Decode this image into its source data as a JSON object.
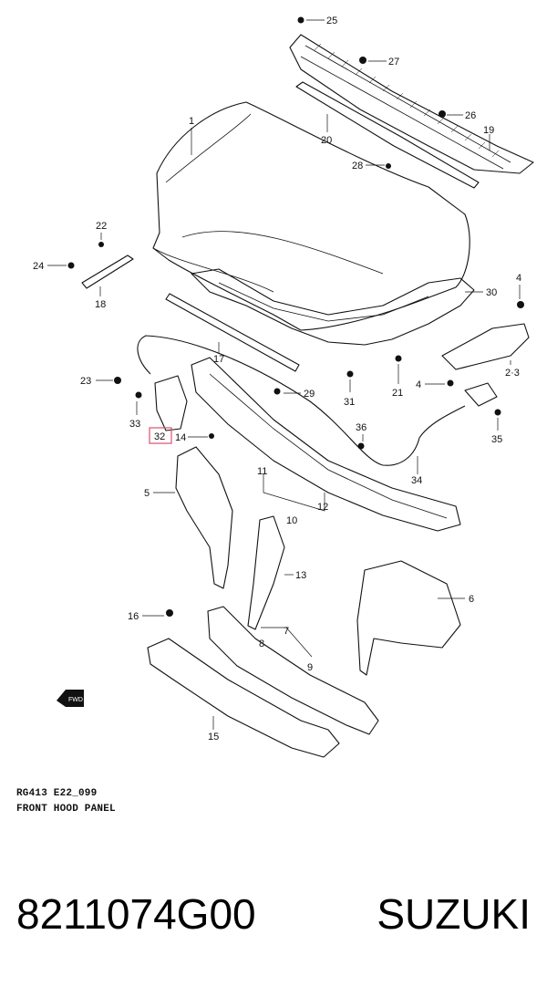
{
  "diagram": {
    "callouts": [
      {
        "id": "c25",
        "text": "25"
      },
      {
        "id": "c27",
        "text": "27"
      },
      {
        "id": "c26",
        "text": "26"
      },
      {
        "id": "c19",
        "text": "19"
      },
      {
        "id": "c20",
        "text": "20"
      },
      {
        "id": "c1",
        "text": "1"
      },
      {
        "id": "c28",
        "text": "28"
      },
      {
        "id": "c22",
        "text": "22"
      },
      {
        "id": "c24",
        "text": "24"
      },
      {
        "id": "c18",
        "text": "18"
      },
      {
        "id": "c30",
        "text": "30"
      },
      {
        "id": "c4a",
        "text": "4"
      },
      {
        "id": "c17",
        "text": "17"
      },
      {
        "id": "c23",
        "text": "23"
      },
      {
        "id": "c29",
        "text": "29"
      },
      {
        "id": "c31",
        "text": "31"
      },
      {
        "id": "c21",
        "text": "21"
      },
      {
        "id": "c4b",
        "text": "4"
      },
      {
        "id": "c23b",
        "text": "2·3"
      },
      {
        "id": "c33",
        "text": "33"
      },
      {
        "id": "c32",
        "text": "32"
      },
      {
        "id": "c14",
        "text": "14"
      },
      {
        "id": "c36",
        "text": "36"
      },
      {
        "id": "c35",
        "text": "35"
      },
      {
        "id": "c34",
        "text": "34"
      },
      {
        "id": "c11",
        "text": "11"
      },
      {
        "id": "c12",
        "text": "12"
      },
      {
        "id": "c10",
        "text": "10"
      },
      {
        "id": "c5",
        "text": "5"
      },
      {
        "id": "c13",
        "text": "13"
      },
      {
        "id": "c6",
        "text": "6"
      },
      {
        "id": "c16",
        "text": "16"
      },
      {
        "id": "c7",
        "text": "7"
      },
      {
        "id": "c8",
        "text": "8"
      },
      {
        "id": "c9",
        "text": "9"
      },
      {
        "id": "c15",
        "text": "15"
      }
    ],
    "fwd_label": "FWD",
    "caption_code": "RG413 E22_099",
    "caption_title": "FRONT HOOD PANEL",
    "highlight_color": "#e0506a"
  },
  "product": {
    "part_number": "8211074G00",
    "brand": "SUZUKI"
  }
}
